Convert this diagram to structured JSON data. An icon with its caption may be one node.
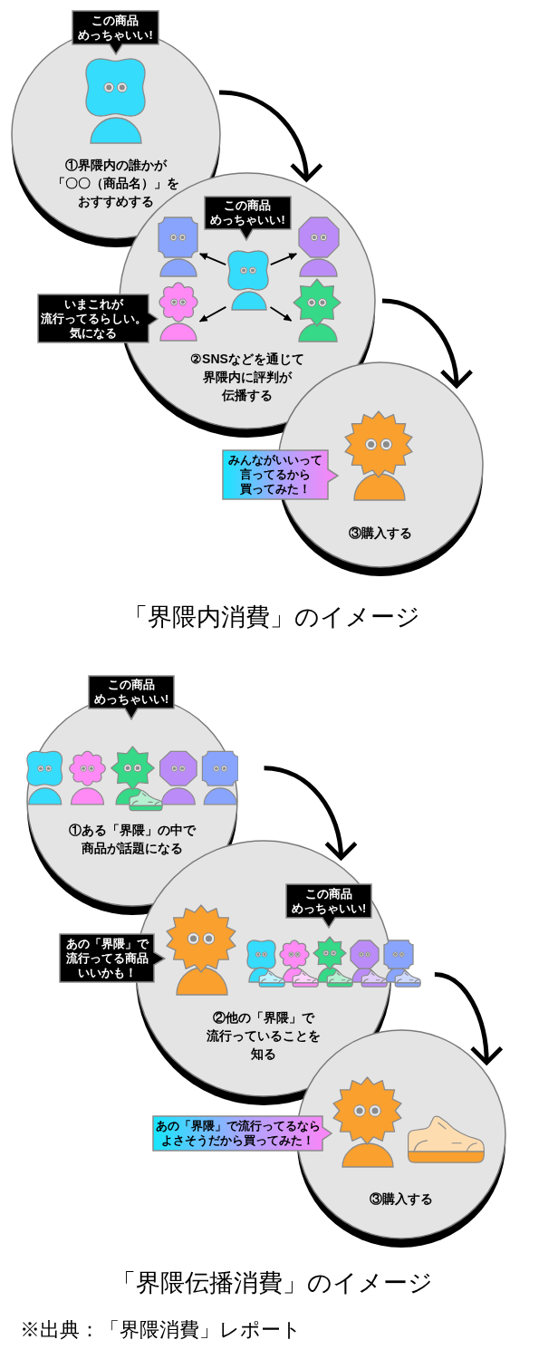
{
  "diagram": {
    "nodes": [
      {
        "text": [
          "この商品めっちゃいい!"
        ]
      },
      {
        "text": [
          "①界隈内の誰かが「〇〇（商品名）」をおすすめする"
        ]
      },
      {
        "text": [
          "②SNSなどを通じて界隈内に評判が伝播する"
        ]
      },
      {
        "text": [
          "この商品めっちゃいい!"
        ],
        "in": 2
      },
      {
        "text": [],
        "shape": "person",
        "in": 2
      },
      {
        "text": [],
        "shape": "person",
        "in": 2
      },
      {
        "text": [],
        "shape": "person",
        "in": 2
      },
      {
        "text": [
          "いまこれが流行ってるらしい。気になる"
        ]
      },
      {
        "text": [],
        "shape": "person",
        "in": 2
      },
      {
        "text": [],
        "shape": "person",
        "in": 2
      },
      {
        "text": [
          "③購入する"
        ]
      },
      {
        "text": [
          "みんながいいって言ってるから買ってみた！"
        ]
      },
      {
        "text": [
          "この商品めっちゃいい!"
        ]
      },
      {
        "text": [
          "①ある「界隈」の中で商品が話題になる"
        ]
      },
      {
        "text": [
          "②他の「界隈」で流行っていることを知る"
        ]
      },
      {
        "text": [
          "この商品めっちゃいい!"
        ],
        "in": 14
      },
      {
        "text": [
          "あの「界隈」で流行ってる商品いいかも！"
        ]
      },
      {
        "text": [
          "③購入する"
        ]
      },
      {
        "text": [
          "あの「界隈」で流行ってるならよさそうだから買ってみた！"
        ]
      }
    ],
    "edges": [
      {
        "from": 1,
        "to": 2,
        "arrow": "to",
        "style": "thick"
      },
      {
        "from": 2,
        "to": 10,
        "arrow": "to",
        "style": "thick"
      },
      {
        "from": 4,
        "to": 5,
        "arrow": "to"
      },
      {
        "from": 4,
        "to": 6,
        "arrow": "to"
      },
      {
        "from": 4,
        "to": 8,
        "arrow": "to"
      },
      {
        "from": 4,
        "to": 9,
        "arrow": "to"
      },
      {
        "from": 13,
        "to": 14,
        "arrow": "to",
        "style": "thick"
      },
      {
        "from": 14,
        "to": 17,
        "arrow": "to",
        "style": "thick"
      }
    ],
    "labels": [
      "「界隈内消費」のイメージ",
      "「界隈伝播消費」のイメージ",
      "※出典：「界隈消費」レポート"
    ]
  }
}
